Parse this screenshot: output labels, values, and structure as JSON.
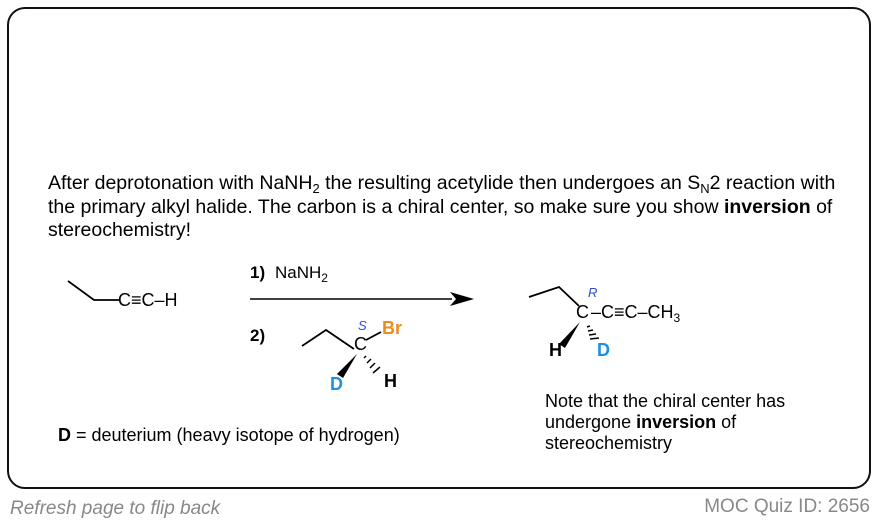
{
  "explanation": {
    "part1": "After deprotonation with NaNH",
    "sub1": "2",
    "part2": " the resulting acetylide then undergoes an S",
    "sub2": "N",
    "part3": "2 reaction with the primary alkyl halide. The carbon is a chiral center, so make sure you show ",
    "bold": "inversion",
    "part4": " of stereochemistry!"
  },
  "starting_material": {
    "label": "C≡C–H"
  },
  "reagents": {
    "step1_num": "1)",
    "step1_text": "NaNH",
    "step1_sub": "2",
    "step2_num": "2)",
    "alkyl_halide": {
      "stereo": "S",
      "carbon": "C",
      "halogen": "Br",
      "deuterium": "D",
      "hydrogen": "H"
    }
  },
  "product": {
    "stereo": "R",
    "carbon": "C",
    "chain": "–C≡C–CH",
    "chain_sub": "3",
    "hydrogen": "H",
    "deuterium": "D"
  },
  "note": {
    "part1": "Note that the chiral center has undergone ",
    "bold": "inversion",
    "part2": " of stereochemistry"
  },
  "deuterium_note": {
    "symbol": "D",
    "text": " = deuterium (heavy isotope of hydrogen)"
  },
  "footer": {
    "left": "Refresh page to flip back",
    "right": "MOC Quiz ID: 2656"
  },
  "colors": {
    "stereo_label": "#2b4fd6",
    "bromine": "#f08a1c",
    "deuterium": "#1e8fe8"
  }
}
